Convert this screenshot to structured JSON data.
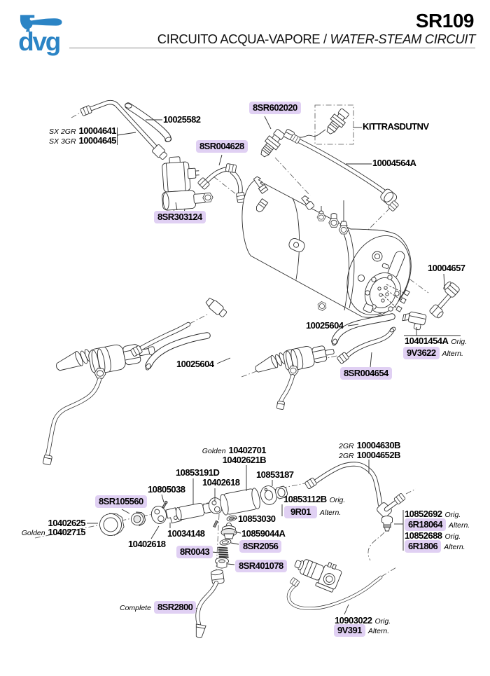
{
  "header": {
    "logo_text": "dvg",
    "doc_code": "SR109",
    "subtitle_primary": "CIRCUITO ACQUA-VAPORE / ",
    "subtitle_secondary": "WATER-STEAM CIRCUIT",
    "brand_color": "#2b84c5",
    "highlight_color": "#e0d0f3"
  },
  "labels": {
    "p10025582": {
      "text": "10025582"
    },
    "p10004641": {
      "prefix": "SX 2GR",
      "text": "10004641"
    },
    "p10004645": {
      "prefix": "SX 3GR",
      "text": "10004645"
    },
    "p8SR602020": {
      "text": "8SR602020",
      "highlighted": true
    },
    "pKITTRASDUTNV": {
      "text": "KITTRASDUTNV"
    },
    "p10004564A": {
      "text": "10004564A"
    },
    "p8SR004628": {
      "text": "8SR004628",
      "highlighted": true
    },
    "p8SR303124": {
      "text": "8SR303124",
      "highlighted": true
    },
    "p10004657": {
      "text": "10004657"
    },
    "p10401454A": {
      "text": "10401454A",
      "suffix": "Orig."
    },
    "p9V3622": {
      "text": "9V3622",
      "suffix": "Altern.",
      "highlighted": true
    },
    "p10025604r": {
      "text": "10025604"
    },
    "p8SR004654": {
      "text": "8SR004654",
      "highlighted": true
    },
    "p10025604l": {
      "text": "10025604"
    },
    "p10402701": {
      "prefix": "Golden",
      "text": "10402701"
    },
    "p10402621B": {
      "text": "10402621B"
    },
    "p10853191D": {
      "text": "10853191D"
    },
    "p10402618u": {
      "text": "10402618"
    },
    "p10805038": {
      "text": "10805038"
    },
    "p10853187": {
      "text": "10853187"
    },
    "p10853112B": {
      "text": "10853112B",
      "suffix": "Orig."
    },
    "p9R01": {
      "text": "9R01",
      "suffix": "Altern.",
      "highlighted": true
    },
    "p10853030": {
      "text": "10853030"
    },
    "p10859044A": {
      "text": "10859044A"
    },
    "p8SR2056": {
      "text": "8SR2056",
      "highlighted": true
    },
    "p8R0043": {
      "text": "8R0043",
      "highlighted": true
    },
    "p8SR401078": {
      "text": "8SR401078",
      "highlighted": true
    },
    "p10034148": {
      "text": "10034148"
    },
    "p10402618l": {
      "text": "10402618"
    },
    "p8SR105560": {
      "text": "8SR105560",
      "highlighted": true
    },
    "p10402625": {
      "text": "10402625"
    },
    "p10402715": {
      "prefix": "Golden",
      "text": "10402715"
    },
    "p8SR2800": {
      "prefix": "Complete",
      "text": "8SR2800",
      "highlighted": true
    },
    "p10004630B": {
      "prefix": "2GR",
      "text": "10004630B"
    },
    "p10004652B": {
      "prefix": "2GR",
      "text": "10004652B"
    },
    "p10852692": {
      "text": "10852692",
      "suffix": "Orig."
    },
    "p6R18064": {
      "text": "6R18064",
      "suffix": "Altern.",
      "highlighted": true
    },
    "p10852688": {
      "text": "10852688",
      "suffix": "Orig."
    },
    "p6R1806": {
      "text": "6R1806",
      "suffix": "Altern.",
      "highlighted": true
    },
    "p10903022": {
      "text": "10903022",
      "suffix": "Orig."
    },
    "p9V391": {
      "text": "9V391",
      "suffix": "Altern.",
      "highlighted": true
    }
  }
}
